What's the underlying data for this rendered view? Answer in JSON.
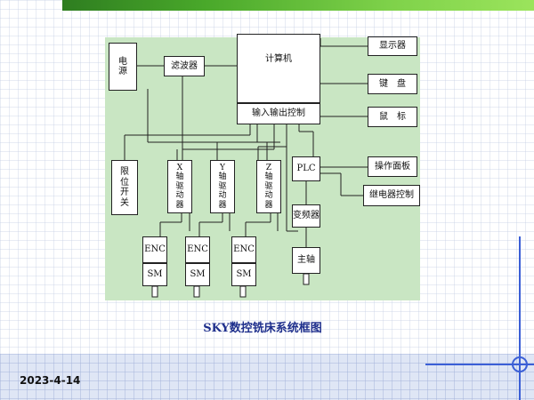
{
  "slide": {
    "caption": "SKY数控铣床系统框图",
    "date": "2023-4-14"
  },
  "diagram": {
    "power": "电\n源",
    "filter": "滤波器",
    "computer": "计算机",
    "io_control": "输入输出控制",
    "display": "显示器",
    "keyboard": "键　盘",
    "mouse": "鼠　标",
    "limit_switch": "限\n位\n开\n关",
    "x_driver": "X\n轴\n驱\n动\n器",
    "y_driver": "Y\n轴\n驱\n动\n器",
    "z_driver": "Z\n轴\n驱\n动\n器",
    "plc": "PLC",
    "operator_panel": "操作面板",
    "relay_control": "继电器控制",
    "inverter": "变频器",
    "spindle": "主轴",
    "encoder_label": "ENC",
    "servo_motor_label": "SM"
  },
  "colors": {
    "diagram_background": "#c9e6c3",
    "caption": "#1e2f8c",
    "top_bar": "#49a82a",
    "accent_lines": "#3b5fd6"
  }
}
